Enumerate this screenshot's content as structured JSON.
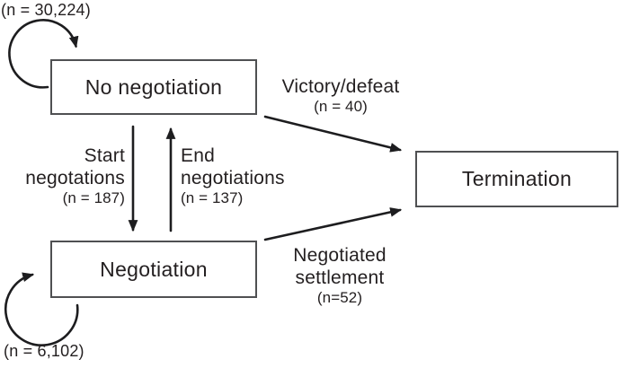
{
  "figure": {
    "background_color": "#ffffff",
    "ink_color": "#231f20",
    "box_border_color": "#4f5052"
  },
  "nodes": {
    "no_negotiation": {
      "label": "No negotiation"
    },
    "negotiation": {
      "label": "Negotiation"
    },
    "termination": {
      "label": "Termination"
    }
  },
  "transitions": {
    "stay_no_negotiation": {
      "count": "(n = 30,224)"
    },
    "stay_negotiation": {
      "count": "(n = 6,102)"
    },
    "start_negotiations": {
      "line1": "Start",
      "line2": "negotations",
      "count": "(n = 187)"
    },
    "end_negotiations": {
      "line1": "End",
      "line2": "negotiations",
      "count": "(n = 137)"
    },
    "victory_defeat": {
      "line1": "Victory/defeat",
      "count": "(n = 40)"
    },
    "negotiated_settlement": {
      "line1": "Negotiated",
      "line2": "settlement",
      "count": "(n=52)"
    }
  }
}
